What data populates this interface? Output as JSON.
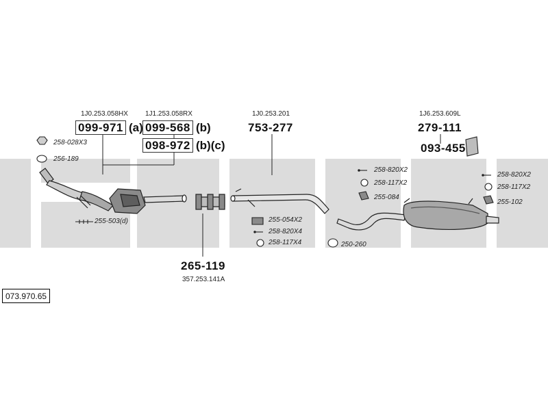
{
  "oe_numbers": {
    "front_left": "1J0.253.058HX",
    "front_right": "1J1.253.058RX",
    "middle": "1J0.253.201",
    "rear": "1J6.253.609L",
    "clamp": "357.253.141A"
  },
  "part_numbers": {
    "p1": "099-971",
    "p1_suffix": "(a)",
    "p2": "099-568",
    "p2_suffix": "(b)",
    "p3": "098-972",
    "p3_suffix": "(b)(c)",
    "p4": "753-277",
    "p5": "279-111",
    "p6": "093-455",
    "p7": "265-119"
  },
  "accessories": {
    "a1": "258-028X3",
    "a2": "256-189",
    "a3": "255-503(d)",
    "a4": "255-054X2",
    "a5": "258-820X4",
    "a6": "258-117X4",
    "a7": "250-260",
    "a8": "258-820X2",
    "a9": "258-117X2",
    "a10": "255-084",
    "a11": "258-820X2",
    "a12": "258-117X2",
    "a13": "255-102"
  },
  "reference": "073.970.65",
  "colors": {
    "band": "#dcdcdc",
    "line": "#222222",
    "part_fill": "#bdbdbd",
    "dark_fill": "#8a8a8a"
  }
}
